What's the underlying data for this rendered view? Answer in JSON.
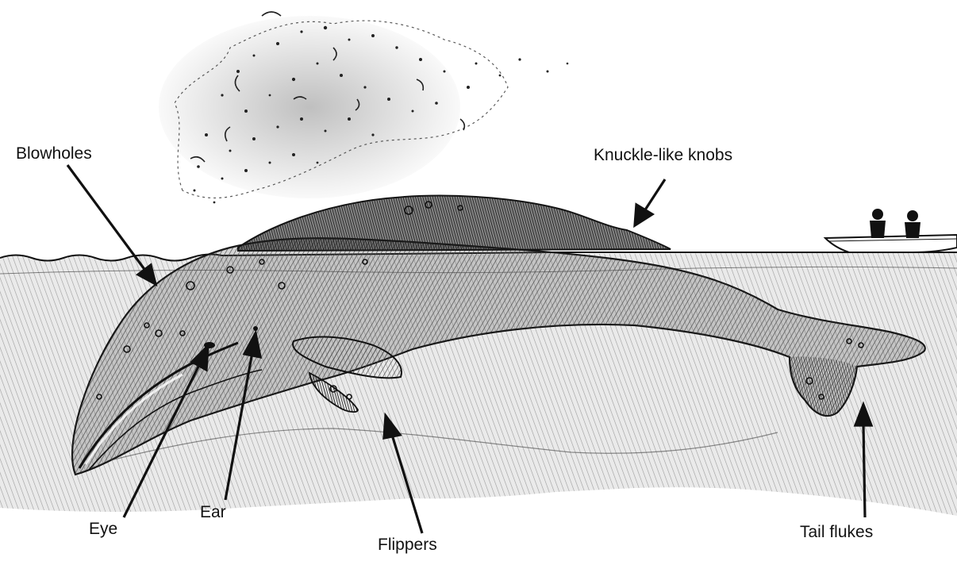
{
  "labels": {
    "blowholes": "Blowholes",
    "knuckle_knobs": "Knuckle-like knobs",
    "eye": "Eye",
    "ear": "Ear",
    "flippers": "Flippers",
    "tail_flukes": "Tail flukes"
  },
  "colors": {
    "ink": "#111111",
    "paper": "#ffffff",
    "water_shade": "#8a8a8a",
    "whale_shade": "#555555",
    "back_dark": "#1e1e1e"
  }
}
